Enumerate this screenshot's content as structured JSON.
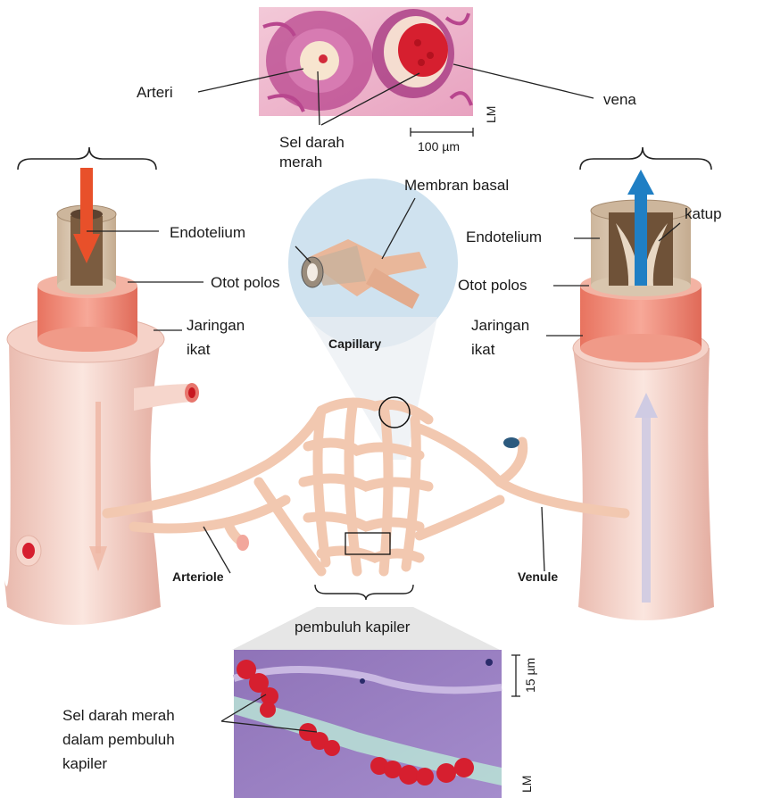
{
  "labels": {
    "arteri": "Arteri",
    "vena": "vena",
    "sel_darah_merah_top_line1": "Sel darah",
    "sel_darah_merah_top_line2": "merah",
    "scale_100": "100 µm",
    "lm_top": "LM",
    "membran_basal": "Membran basal",
    "endotelium_left": "Endotelium",
    "otot_polos_left": "Otot polos",
    "jaringan_left_line1": "Jaringan",
    "jaringan_left_line2": "ikat",
    "endotelium_right": "Endotelium",
    "katup": "katup",
    "otot_polos_right": "Otot polos",
    "jaringan_right_line1": "Jaringan",
    "jaringan_right_line2": "ikat",
    "capillary": "Capillary",
    "arteriole": "Arteriole",
    "venule": "Venule",
    "pembuluh_kapiler": "pembuluh kapiler",
    "scale_15": "15 µm",
    "lm_bottom": "LM",
    "sdm_kapiler_line1": "Sel darah merah",
    "sdm_kapiler_line2": "dalam pembuluh",
    "sdm_kapiler_line3": "kapiler"
  },
  "colors": {
    "artery_arrow": "#e8502a",
    "vein_arrow": "#1f7fc4",
    "vessel_skin": "#f6d6cc",
    "muscle_layer": "#f08b7a",
    "capillary_halo": "#cfe2ef",
    "red_cell": "#d61f2f"
  }
}
